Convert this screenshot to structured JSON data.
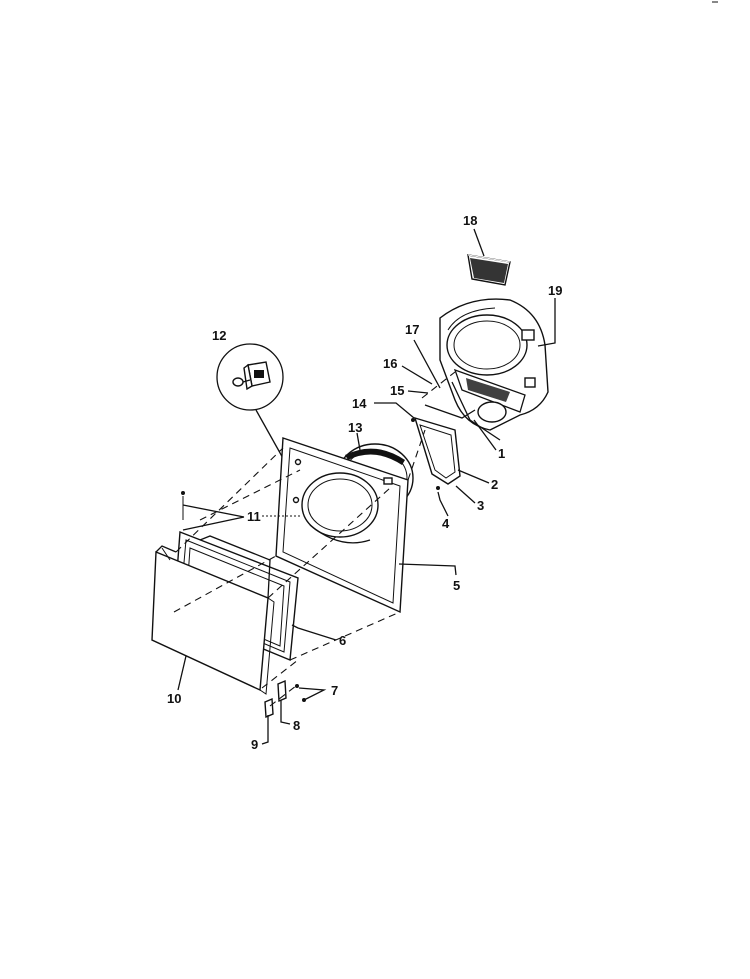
{
  "labels": {
    "l1": "1",
    "l2": "2",
    "l3": "3",
    "l4": "4",
    "l5": "5",
    "l6": "6",
    "l7": "7",
    "l8": "8",
    "l9": "9",
    "l10": "10",
    "l11": "11",
    "l12": "12",
    "l13": "13",
    "l14": "14",
    "l15": "15",
    "l16": "16",
    "l17": "17",
    "l18": "18",
    "l19": "19"
  },
  "colors": {
    "ink": "#111111",
    "paper": "#ffffff"
  }
}
